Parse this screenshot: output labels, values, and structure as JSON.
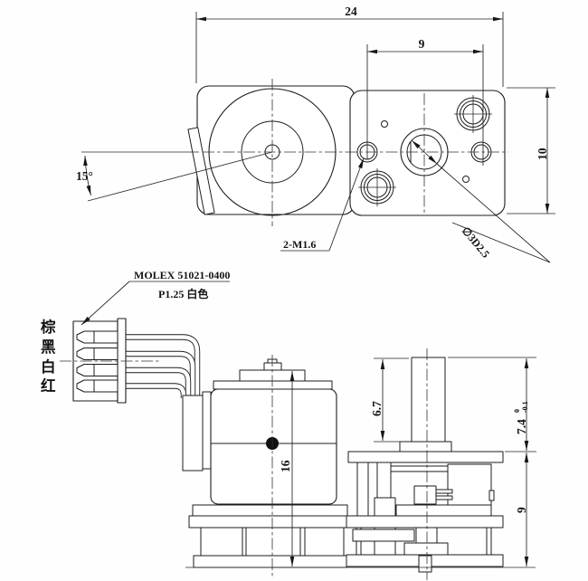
{
  "top_view": {
    "dim_total_width": "24",
    "dim_hole_pitch": "9",
    "dim_plate_height": "10",
    "angle_label": "15°",
    "screw_callout": "2-M1.6",
    "shaft_callout": "∅3D2.5"
  },
  "connector": {
    "model": "MOLEX 51021-0400",
    "spec": "P1.25 白色",
    "wire_colors": [
      "棕",
      "黑",
      "白",
      "红"
    ]
  },
  "side_view": {
    "dim_body_height": "16",
    "dim_shaft_exposed": "6.7",
    "dim_shaft_total": "7.4",
    "tol_upper": "0",
    "tol_lower": "-0.1",
    "dim_gearbox_height": "9"
  }
}
